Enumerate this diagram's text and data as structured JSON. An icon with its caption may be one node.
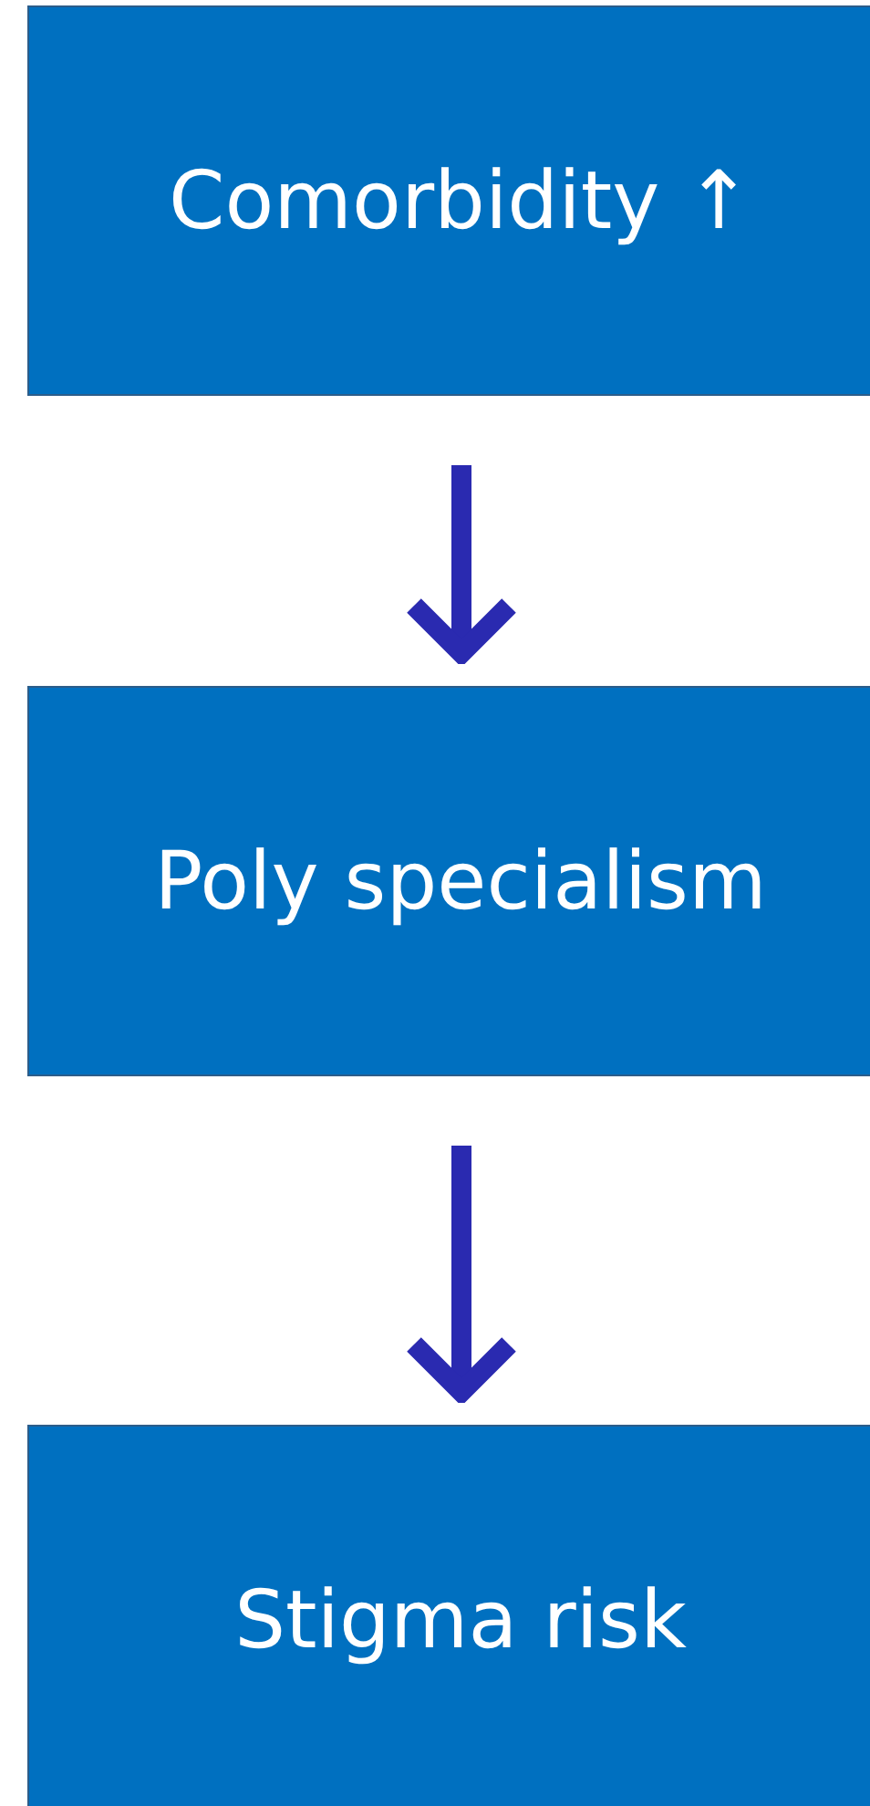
{
  "diagram": {
    "nodes": [
      {
        "text": [
          "Comorbidity ↑"
        ]
      },
      {
        "text": [
          "Poly specialism"
        ]
      },
      {
        "text": [
          "Stigma risk"
        ]
      }
    ],
    "edges": [
      {
        "from": 0,
        "to": 1,
        "arrow": "to"
      },
      {
        "from": 1,
        "to": 2,
        "arrow": "to"
      }
    ]
  }
}
